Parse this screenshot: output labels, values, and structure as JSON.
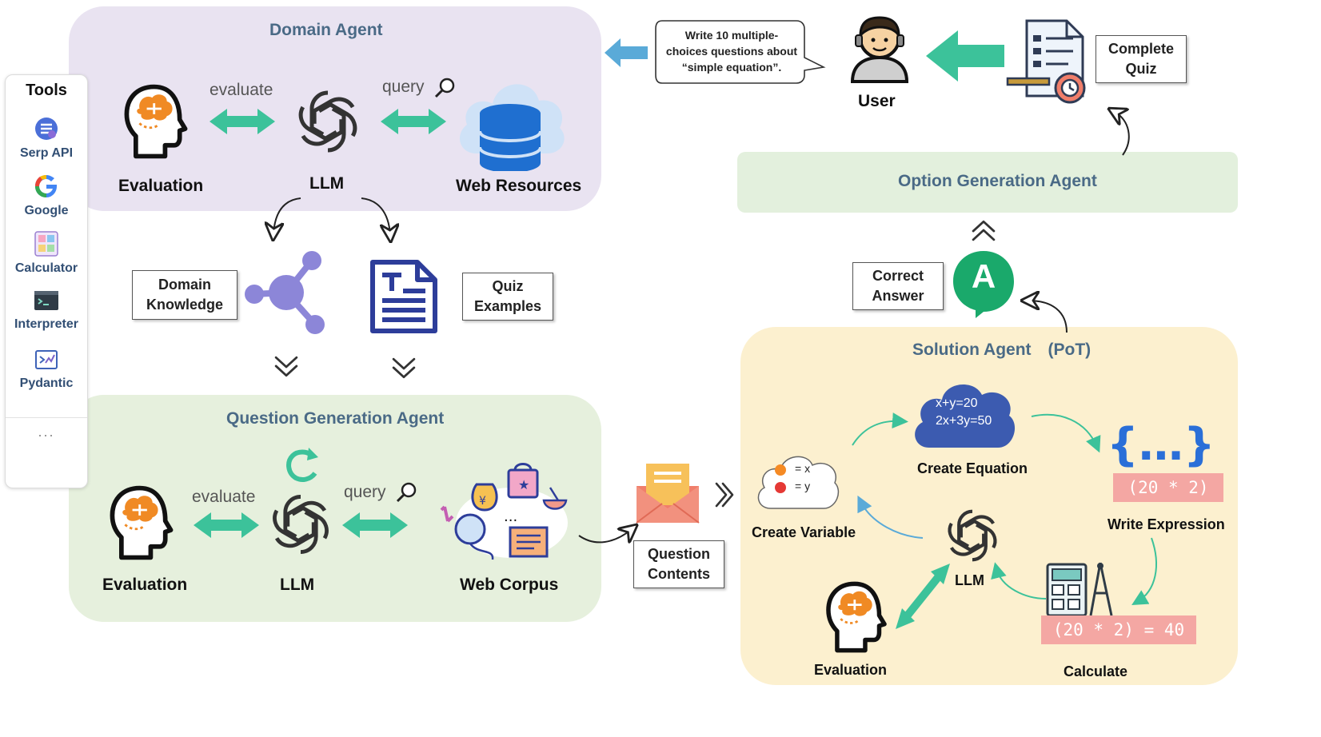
{
  "domain_agent": {
    "title": "Domain Agent",
    "evaluation_label": "Evaluation",
    "llm_label": "LLM",
    "web_resources_label": "Web Resources",
    "evaluate_edge": "evaluate",
    "query_edge": "query"
  },
  "tools": {
    "title": "Tools",
    "items": [
      "Serp API",
      "Google",
      "Calculator",
      "Interpreter",
      "Pydantic"
    ],
    "more": "..."
  },
  "knowledge": {
    "domain_knowledge": [
      "Domain",
      "Knowledge"
    ],
    "quiz_examples": [
      "Quiz",
      "Examples"
    ]
  },
  "question_agent": {
    "title": "Question Generation Agent",
    "evaluation_label": "Evaluation",
    "llm_label": "LLM",
    "web_corpus_label": "Web Corpus",
    "evaluate_edge": "evaluate",
    "query_edge": "query"
  },
  "question_contents": [
    "Question",
    "Contents"
  ],
  "user": {
    "label": "User",
    "speech": [
      "Write 10 multiple-",
      "choices questions about",
      "“simple equation”."
    ]
  },
  "complete_quiz": [
    "Complete",
    "Quiz"
  ],
  "option_agent": {
    "title": "Option Generation Agent"
  },
  "correct_answer": [
    "Correct",
    "Answer"
  ],
  "answer_badge": "A",
  "solution_agent": {
    "title": "Solution Agent　(PoT)",
    "equation_lines": [
      "x+y=20",
      "2x+3y=50"
    ],
    "create_equation": "Create Equation",
    "variable_lines": [
      "= x",
      "= y"
    ],
    "create_variable": "Create Variable",
    "braces": "{…}",
    "expression_code": "(20 * 2)",
    "write_expression": "Write Expression",
    "llm_label": "LLM",
    "evaluation_label": "Evaluation",
    "calculate_code": "(20 * 2) = 40",
    "calculate": "Calculate"
  },
  "colors": {
    "domain_panel": "#e9e3f1",
    "question_panel": "#e6f0dd",
    "option_panel": "#e3f0dd",
    "solution_panel": "#fcf0cf",
    "arrow_green": "#3cc29a",
    "arrow_blue": "#5aaad8",
    "head_orange": "#f08a24",
    "node_purple": "#8c86d8",
    "doc_blue": "#2d3d9a",
    "db_blue": "#1f6fd0",
    "cloud_blue": "#cfe2f7",
    "badge_green": "#1aa96b",
    "code_pink": "#f4a7a3"
  }
}
